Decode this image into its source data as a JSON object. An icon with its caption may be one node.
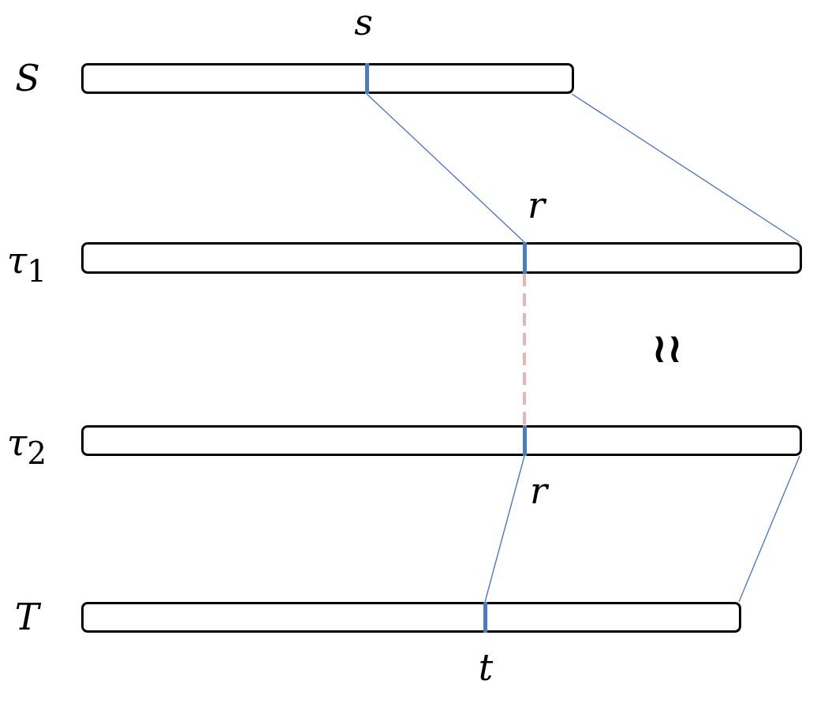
{
  "diagram": {
    "nodes": [
      {
        "text": [],
        "shape": "box",
        "beside": [
          "S"
        ]
      },
      {
        "text": [],
        "shape": "bar",
        "in": 0,
        "beside": [
          "s"
        ]
      },
      {
        "text": [],
        "shape": "box",
        "beside": [
          "τ$_{1}$"
        ]
      },
      {
        "text": [],
        "shape": "bar",
        "in": 2,
        "beside": [
          "r"
        ]
      },
      {
        "text": [],
        "shape": "box",
        "beside": [
          "τ$_{2}$"
        ]
      },
      {
        "text": [],
        "shape": "bar",
        "in": 4,
        "beside": [
          "r"
        ]
      },
      {
        "text": [],
        "shape": "box",
        "beside": [
          "T"
        ]
      },
      {
        "text": [],
        "shape": "bar",
        "in": 6,
        "beside": [
          "t"
        ]
      }
    ],
    "edges": [
      {
        "from": 1,
        "to": 3,
        "arrow": "none"
      },
      {
        "from": 0,
        "to": 2,
        "arrow": "none"
      },
      {
        "from": 3,
        "to": 5,
        "arrow": "none",
        "style": "dashed",
        "color": "#e8b4b4"
      },
      {
        "from": 5,
        "to": 7,
        "arrow": "none"
      },
      {
        "from": 4,
        "to": 6,
        "arrow": "none"
      }
    ],
    "labels": [
      "≀≀"
    ]
  }
}
